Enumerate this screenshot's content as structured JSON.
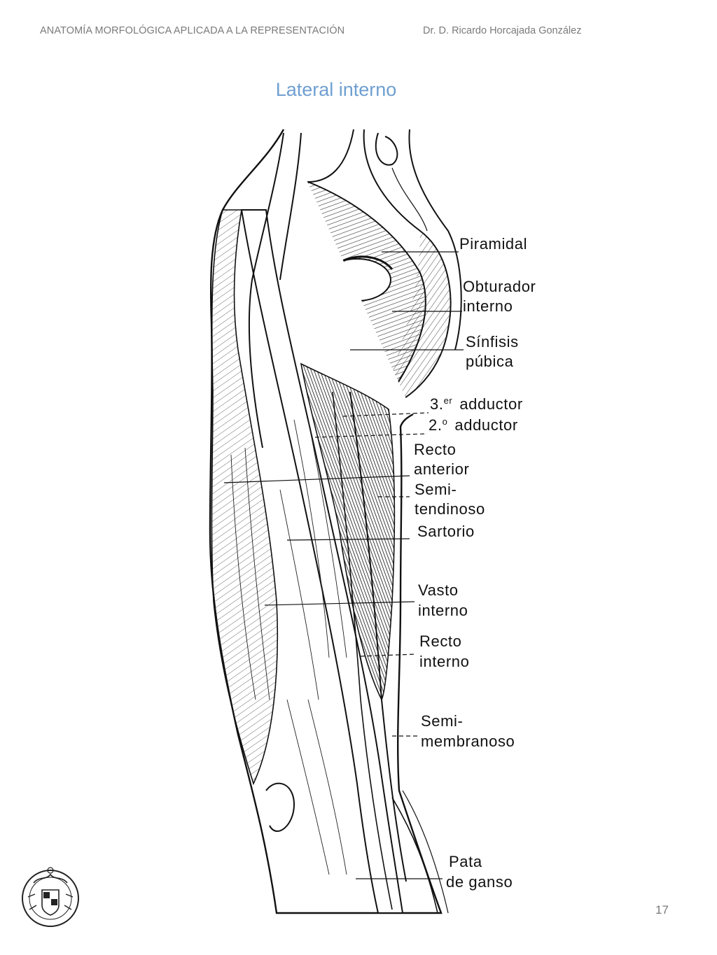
{
  "header": {
    "course_title": "ANATOMÍA MORFOLÓGICA APLICADA A LA REPRESENTACIÓN",
    "author": "Dr. D. Ricardo Horcajada González"
  },
  "page_title": "Lateral interno",
  "labels": {
    "piramidal": "Piramidal",
    "obturador_1": "Obturador",
    "obturador_2": "interno",
    "sinfisis_1": "Sínfisis",
    "sinfisis_2": "púbica",
    "adductor3_num": "3.",
    "adductor3_sup": "er",
    "adductor3_word": "adductor",
    "adductor2_num": "2.",
    "adductor2_sup": "o",
    "adductor2_word": "adductor",
    "recto_anterior_1": "Recto",
    "recto_anterior_2": "anterior",
    "semitendinoso_1": "Semi-",
    "semitendinoso_2": "tendinoso",
    "sartorio": "Sartorio",
    "vasto_1": "Vasto",
    "vasto_2": "interno",
    "recto_interno_1": "Recto",
    "recto_interno_2": "interno",
    "semimembranoso_1": "Semi-",
    "semimembranoso_2": "membranoso",
    "pata_1": "Pata",
    "pata_2": "de ganso"
  },
  "page_number": "17",
  "colors": {
    "header_text": "#7a7a7a",
    "title": "#6f9fd0",
    "ink": "#111111"
  },
  "icons": {
    "seal": "university-seal-icon"
  }
}
